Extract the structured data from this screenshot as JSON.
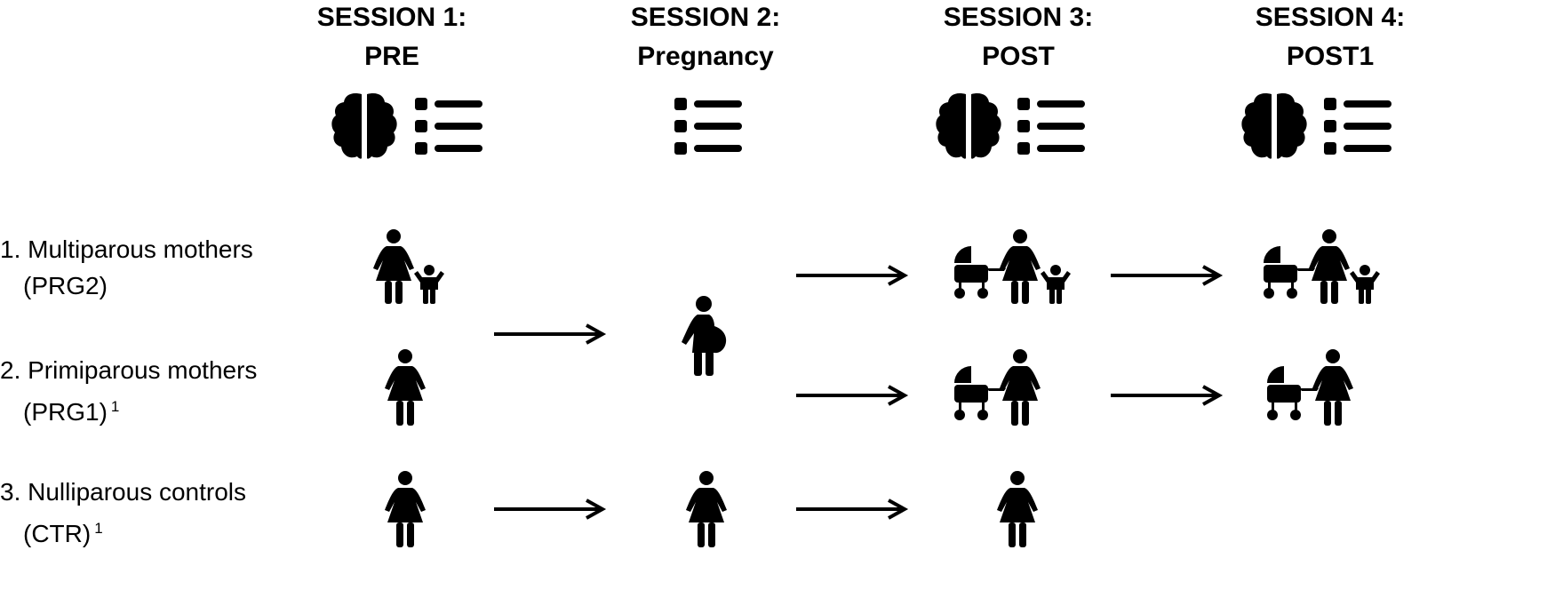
{
  "sessions": [
    {
      "line1": "SESSION 1:",
      "line2": "PRE",
      "icons": [
        "brain-icon",
        "questionnaire-list-icon"
      ]
    },
    {
      "line1": "SESSION 2:",
      "line2": "Pregnancy",
      "icons": [
        "questionnaire-list-icon"
      ]
    },
    {
      "line1": "SESSION 3:",
      "line2": "POST",
      "icons": [
        "brain-icon",
        "questionnaire-list-icon"
      ]
    },
    {
      "line1": "SESSION 4:",
      "line2": "POST1",
      "icons": [
        "brain-icon",
        "questionnaire-list-icon"
      ]
    }
  ],
  "groups": [
    {
      "line1": "1. Multiparous mothers",
      "line2": "(PRG2)",
      "superscript": "",
      "icons": [
        "woman-with-child-icon",
        "pregnant-woman-icon",
        "woman-with-stroller-and-child-icon",
        "woman-with-stroller-and-child-icon"
      ]
    },
    {
      "line1": "2. Primiparous mothers",
      "line2": "(PRG1)",
      "superscript": "1",
      "icons": [
        "woman-icon",
        "pregnant-woman-icon",
        "woman-with-stroller-icon",
        "woman-with-stroller-icon"
      ]
    },
    {
      "line1": "3. Nulliparous controls",
      "line2": "(CTR)",
      "superscript": "1",
      "icons": [
        "woman-icon",
        "woman-icon",
        "woman-icon"
      ]
    }
  ],
  "colors": {
    "ink": "#000000",
    "background": "#ffffff"
  }
}
